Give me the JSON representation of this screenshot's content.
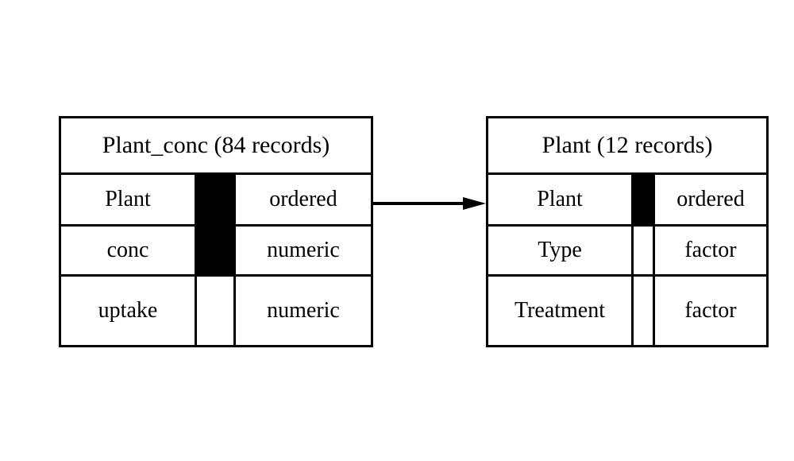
{
  "diagram": {
    "type": "entity-relationship-diagram",
    "background_color": "#ffffff",
    "line_color": "#000000",
    "tables": [
      {
        "id": "plant_conc",
        "title": "Plant_conc (84 records)",
        "name": "Plant_conc",
        "record_count": "84",
        "record_label": "records",
        "fields": [
          {
            "name": "Plant",
            "key_marker": "filled",
            "type": "ordered"
          },
          {
            "name": "conc",
            "key_marker": "filled",
            "type": "numeric"
          },
          {
            "name": "uptake",
            "key_marker": "empty",
            "type": "numeric"
          }
        ]
      },
      {
        "id": "plant",
        "title": "Plant (12 records)",
        "name": "Plant",
        "record_count": "12",
        "record_label": "records",
        "fields": [
          {
            "name": "Plant",
            "key_marker": "filled",
            "type": "ordered"
          },
          {
            "name": "Type",
            "key_marker": "empty",
            "type": "factor"
          },
          {
            "name": "Treatment",
            "key_marker": "empty",
            "type": "factor"
          }
        ]
      }
    ],
    "relationship": {
      "from": "Plant_conc.Plant",
      "to": "Plant.Plant",
      "arrow_style": "solid-line-filled-triangle-head",
      "direction": "left-to-right"
    }
  }
}
